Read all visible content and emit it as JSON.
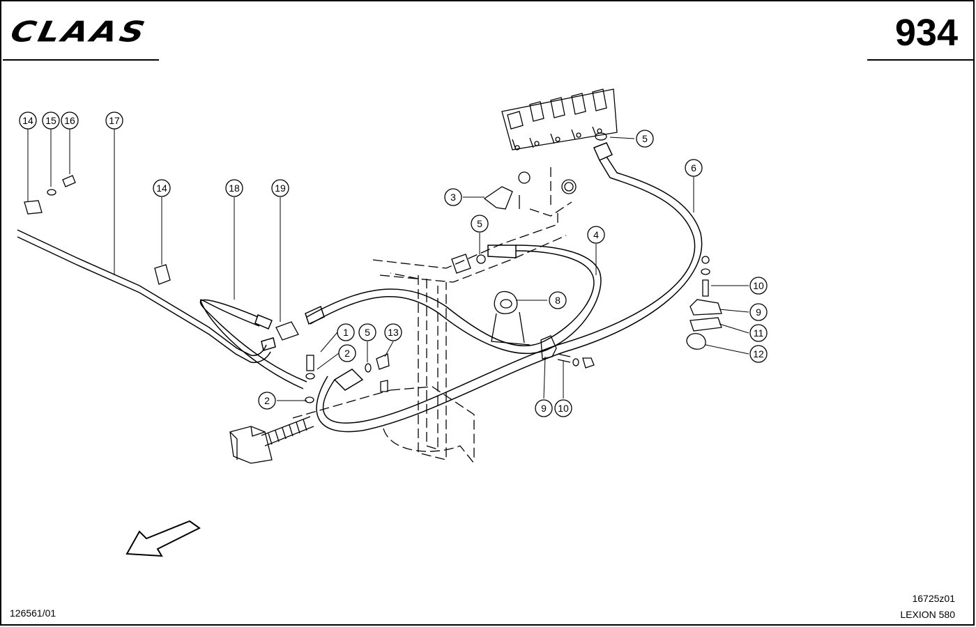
{
  "header": {
    "brand": "CLAAS",
    "page_number": "934"
  },
  "footer": {
    "document_id": "126561/01",
    "drawing_id": "16725z01",
    "model": "LEXION 580"
  },
  "diagram": {
    "type": "parts exploded view",
    "callouts": [
      "14",
      "15",
      "16",
      "17",
      "14",
      "18",
      "19",
      "5",
      "3",
      "5",
      "6",
      "4",
      "8",
      "1",
      "5",
      "13",
      "2",
      "2",
      "10",
      "9",
      "11",
      "12",
      "9",
      "10"
    ],
    "colors": {
      "line": "#000000",
      "background": "#ffffff"
    }
  }
}
